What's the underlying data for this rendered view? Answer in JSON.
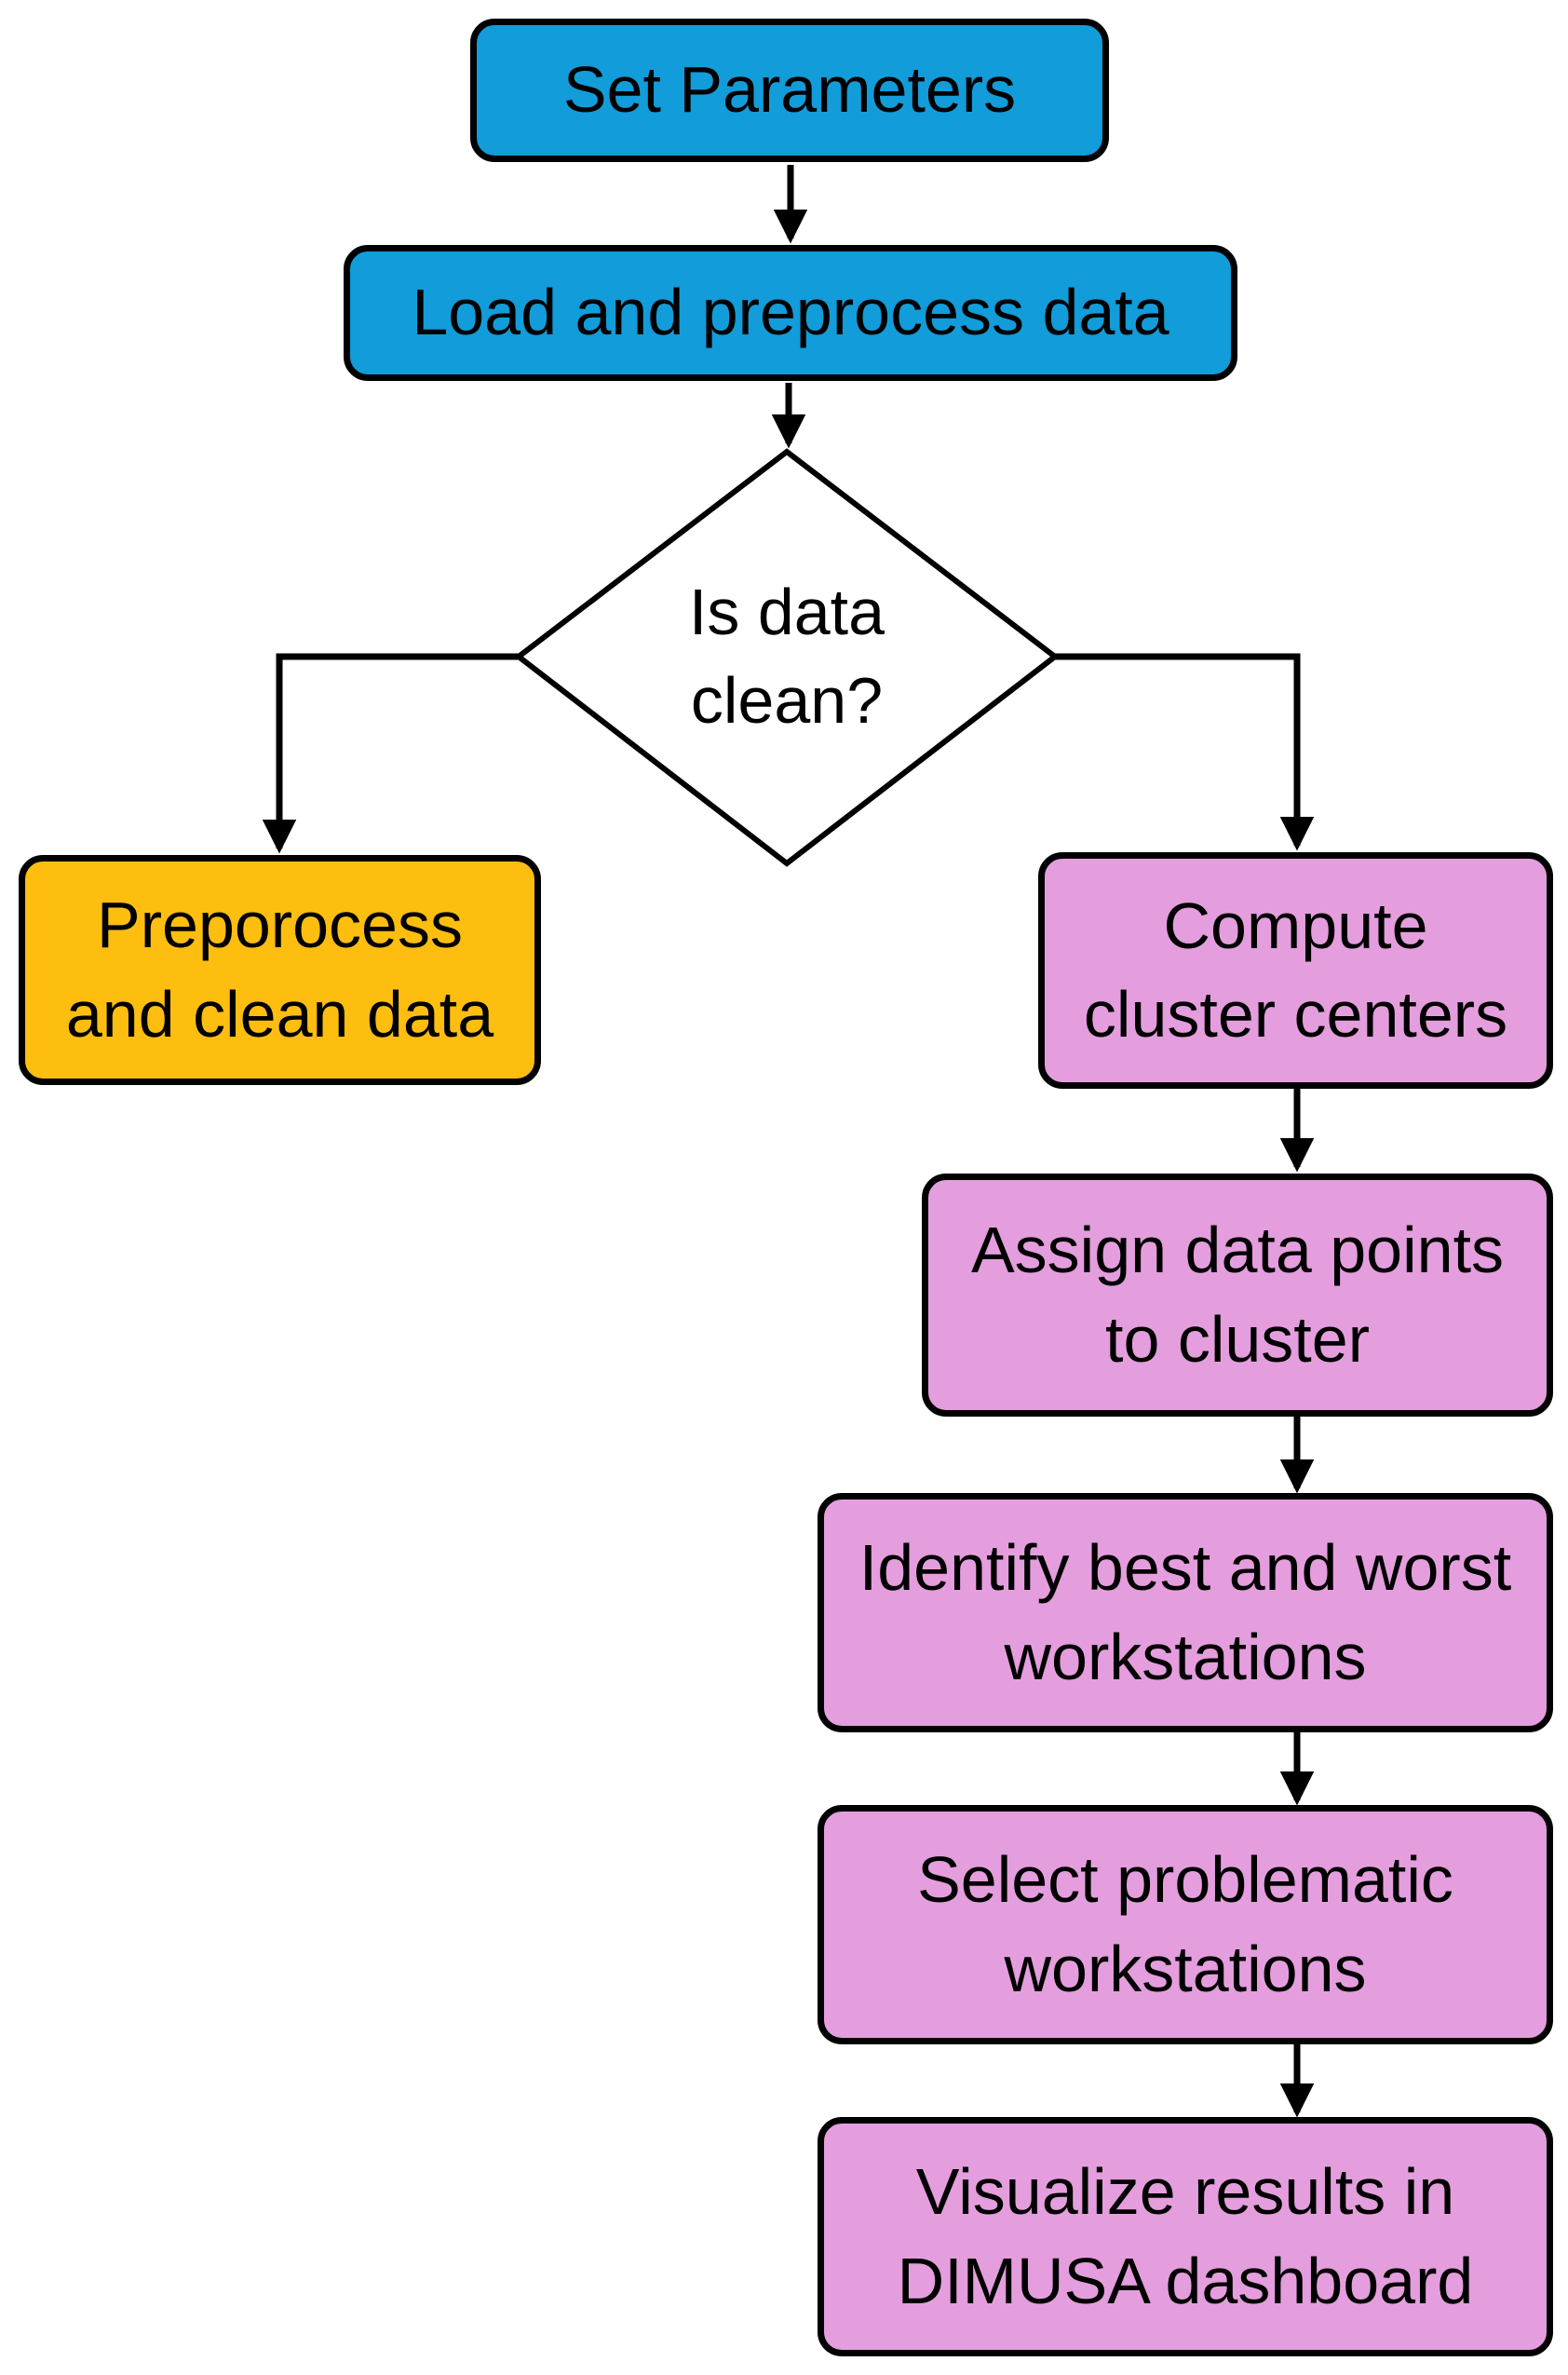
{
  "diagram": {
    "background_color": "#FFFFFF",
    "line_color": "#000000",
    "nodes": {
      "set_parameters": {
        "label": "Set Parameters",
        "type": "process",
        "fill": "#129CD9"
      },
      "load_preprocess": {
        "label": "Load and preprocess data",
        "type": "process",
        "fill": "#129CD9"
      },
      "is_data_clean": {
        "label": "Is data\nclean?",
        "type": "decision",
        "fill": "#FFFFFF"
      },
      "preprocess_clean": {
        "label": "Preporocess\nand clean data",
        "type": "process",
        "fill": "#FDBE10"
      },
      "compute_centers": {
        "label": "Compute\ncluster centers",
        "type": "process",
        "fill": "#E49EDD"
      },
      "assign_points": {
        "label": "Assign data points\nto cluster",
        "type": "process",
        "fill": "#E49EDD"
      },
      "identify_best_worst": {
        "label": "Identify best and worst\nworkstations",
        "type": "process",
        "fill": "#E49EDD"
      },
      "select_problematic": {
        "label": "Select problematic\nworkstations",
        "type": "process",
        "fill": "#E49EDD"
      },
      "visualize_results": {
        "label": "Visualize results in\nDIMUSA dashboard",
        "type": "process",
        "fill": "#E49EDD"
      }
    },
    "edges": [
      {
        "from": "set_parameters",
        "to": "load_preprocess"
      },
      {
        "from": "load_preprocess",
        "to": "is_data_clean"
      },
      {
        "from": "is_data_clean",
        "to": "preprocess_clean",
        "branch": "left"
      },
      {
        "from": "is_data_clean",
        "to": "compute_centers",
        "branch": "right"
      },
      {
        "from": "compute_centers",
        "to": "assign_points"
      },
      {
        "from": "assign_points",
        "to": "identify_best_worst"
      },
      {
        "from": "identify_best_worst",
        "to": "select_problematic"
      },
      {
        "from": "select_problematic",
        "to": "visualize_results"
      }
    ]
  }
}
